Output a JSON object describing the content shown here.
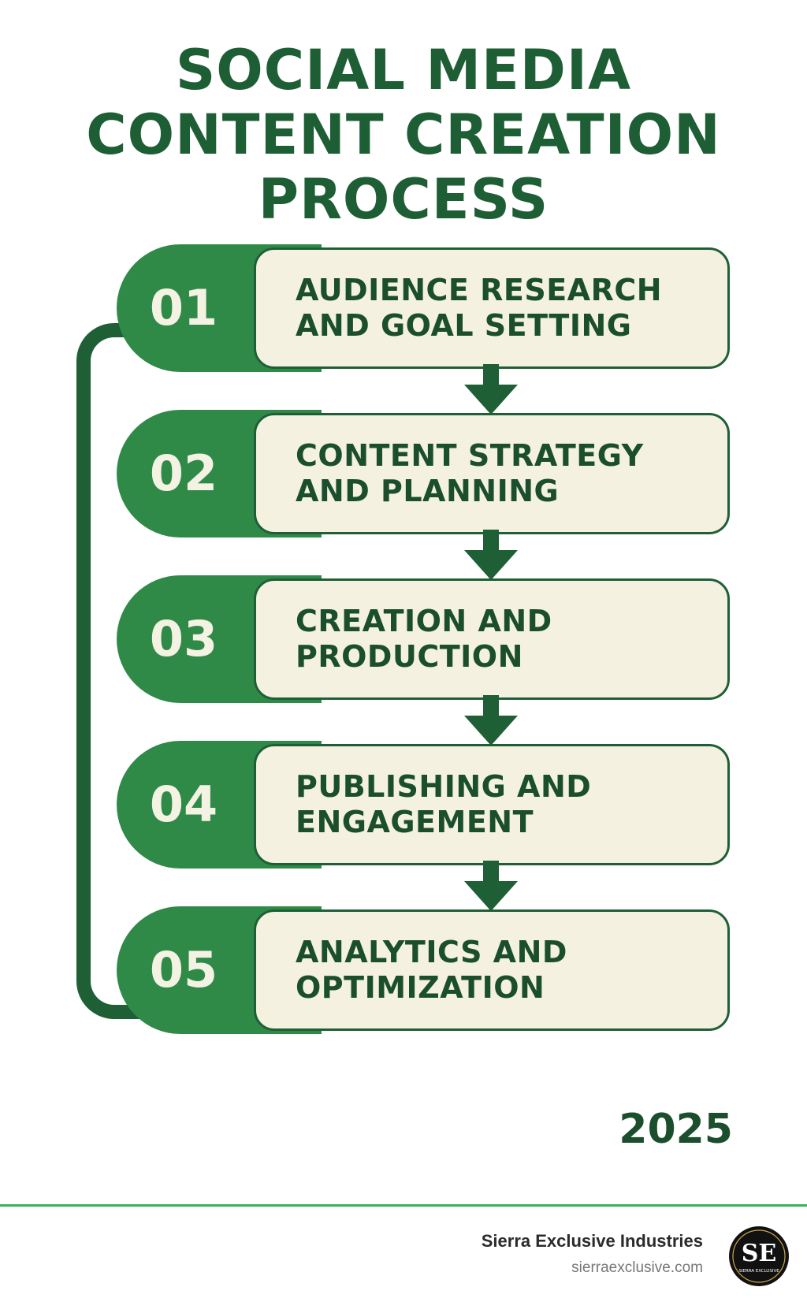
{
  "title": {
    "line1": "SOCIAL MEDIA",
    "line2": "CONTENT CREATION",
    "line3": "PROCESS"
  },
  "steps": [
    {
      "number": "01",
      "line1": "AUDIENCE RESEARCH",
      "line2": "AND GOAL SETTING"
    },
    {
      "number": "02",
      "line1": "CONTENT STRATEGY",
      "line2": "AND PLANNING"
    },
    {
      "number": "03",
      "line1": "CREATION AND",
      "line2": "PRODUCTION"
    },
    {
      "number": "04",
      "line1": "PUBLISHING AND",
      "line2": "ENGAGEMENT"
    },
    {
      "number": "05",
      "line1": "ANALYTICS AND",
      "line2": "OPTIMIZATION"
    }
  ],
  "year": "2025",
  "footer": {
    "company": "Sierra Exclusive Industries",
    "website": "sierraexclusive.com",
    "logo_letters": "SE",
    "logo_subtext": "SIERRA EXCLUSIVE"
  },
  "colors": {
    "title_green": "#1e5e35",
    "pill_green": "#2f8a48",
    "dark_green": "#1f5f36",
    "box_cream": "#f4f1e1",
    "divider_green": "#35b457"
  },
  "icons": {
    "down_arrow": "down-arrow-icon",
    "loop_connector": "loop-back-connector"
  }
}
